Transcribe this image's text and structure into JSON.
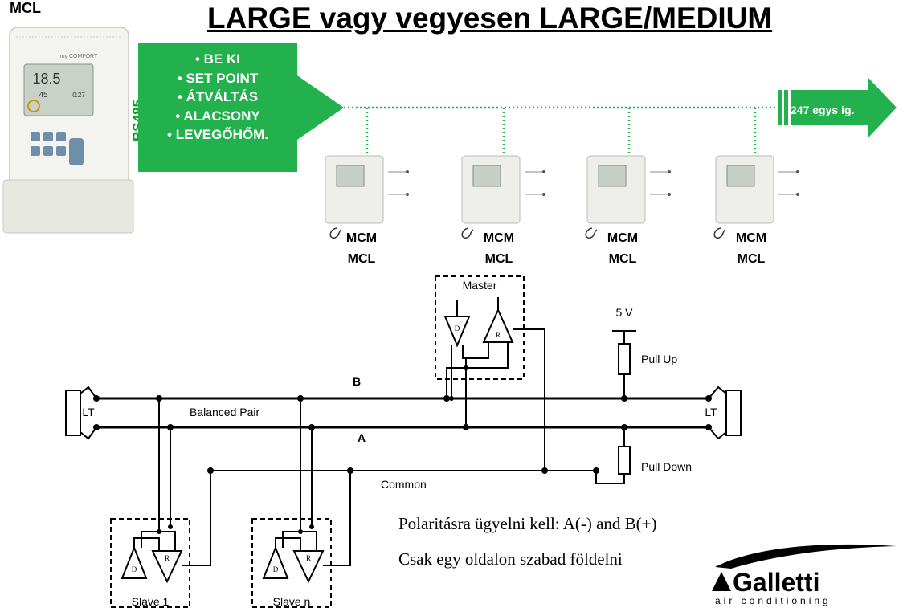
{
  "header": {
    "title": "LARGE vagy vegyesen LARGE/MEDIUM",
    "corner_label": "MCL"
  },
  "bus": {
    "protocol_label": "RS485",
    "functions": [
      "• BE KI",
      "• SET POINT",
      "• ÁTVÁLTÁS",
      "• ALACSONY",
      "• LEVEGŐHŐM."
    ],
    "end_label": "247 egys ig.",
    "accent_color": "#22b14c"
  },
  "controller": {
    "brand_text": "my COMFORT",
    "display_temp": "18.5",
    "display_hum": "45",
    "display_time": "0:27"
  },
  "units": [
    {
      "line1": "MCM",
      "line2": "MCL"
    },
    {
      "line1": "MCM",
      "line2": "MCL"
    },
    {
      "line1": "MCM",
      "line2": "MCL"
    },
    {
      "line1": "MCM",
      "line2": "MCL"
    }
  ],
  "schematic": {
    "master": "Master",
    "driver": "D",
    "receiver": "R",
    "supply": "5 V",
    "pull_up": "Pull Up",
    "pull_down": "Pull Down",
    "line_b": "B",
    "line_a": "A",
    "balanced_pair": "Balanced Pair",
    "common": "Common",
    "terminator": "LT",
    "slave_1": "Slave 1",
    "slave_n": "Slave n"
  },
  "notes": {
    "polarity": "Polaritásra ügyelni kell: A(-) and B(+)",
    "ground": "Csak egy oldalon szabad földelni"
  },
  "logo": {
    "name": "Galletti",
    "tagline": "air  conditioning"
  }
}
